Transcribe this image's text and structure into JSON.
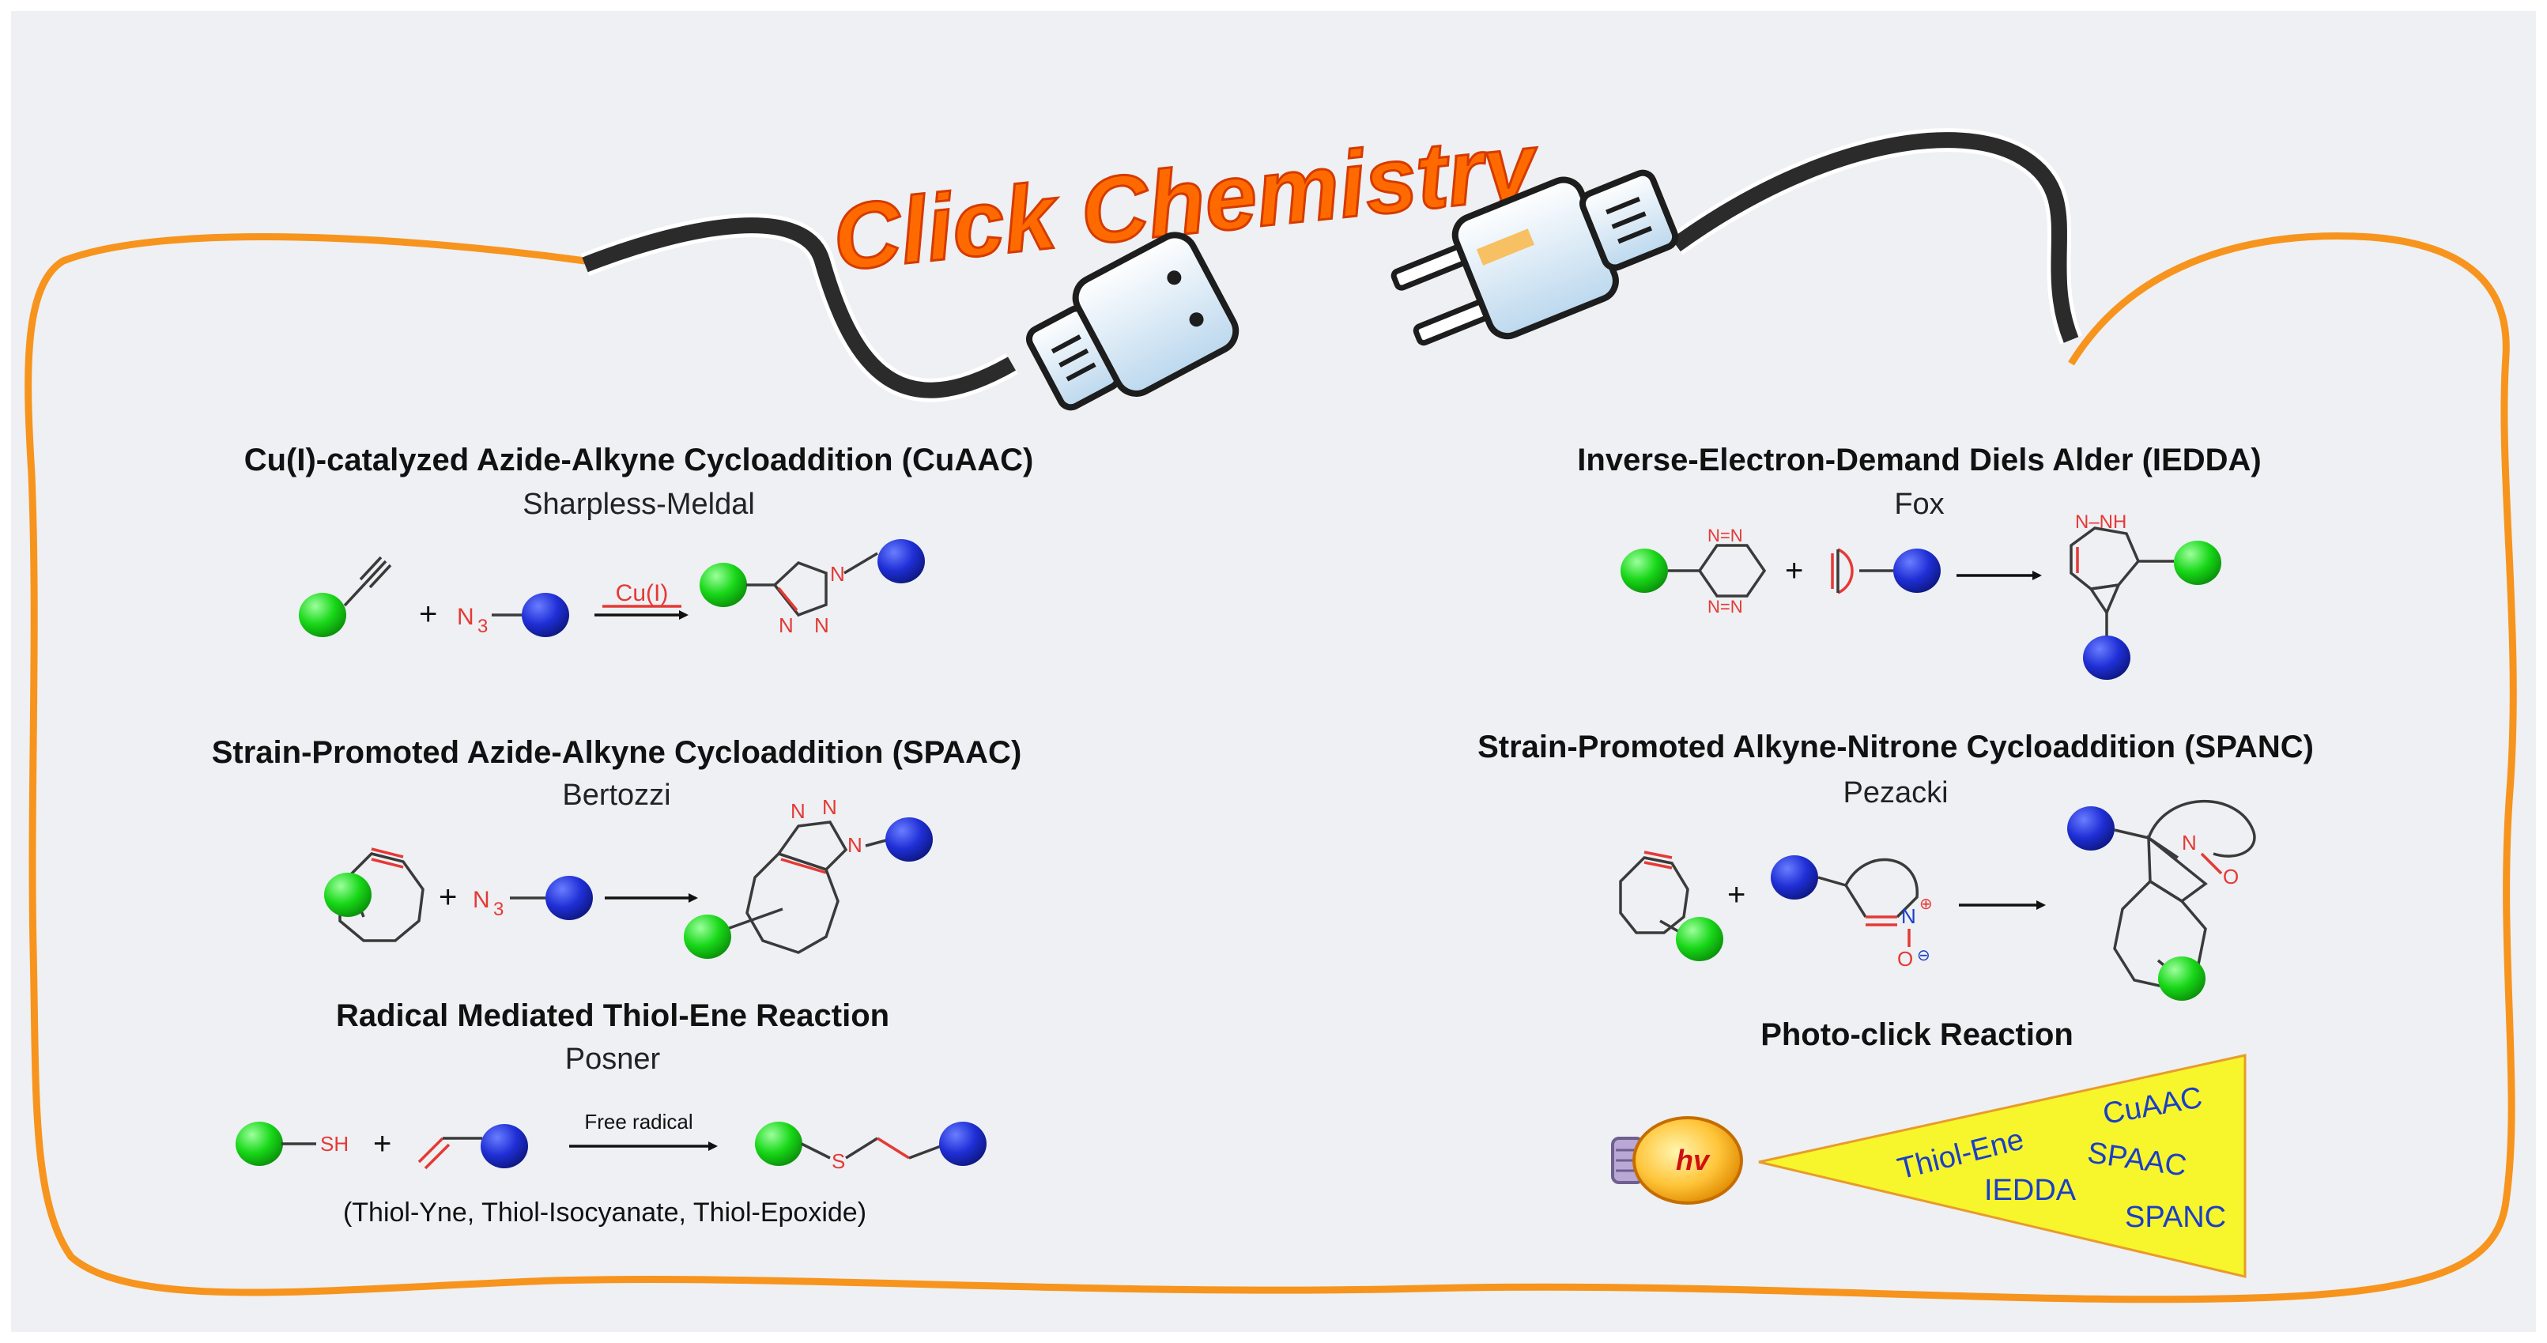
{
  "title": "Click Chemistry",
  "symbols": {
    "plus": "+"
  },
  "sections": {
    "cuaac": {
      "heading": "Cu(I)-catalyzed Azide-Alkyne Cycloaddition (CuAAC)",
      "author": "Sharpless-Meldal",
      "azide": "N",
      "azide_sub": "3",
      "catalyst": "Cu(I)"
    },
    "spaac": {
      "heading": "Strain-Promoted Azide-Alkyne Cycloaddition (SPAAC)",
      "author": "Bertozzi",
      "azide": "N",
      "azide_sub": "3"
    },
    "thiol_ene": {
      "heading": "Radical Mediated Thiol-Ene Reaction",
      "author": "Posner",
      "thiol": "SH",
      "condition": "Free radical",
      "note": "(Thiol-Yne, Thiol-Isocyanate, Thiol-Epoxide)"
    },
    "iedda": {
      "heading": "Inverse-Electron-Demand Diels Alder (IEDDA)",
      "author": "Fox"
    },
    "spanc": {
      "heading": "Strain-Promoted Alkyne-Nitrone Cycloaddition (SPANC)",
      "author": "Pezacki"
    },
    "photo_click": {
      "heading": "Photo-click Reaction",
      "symbol": "hv",
      "beam_labels": [
        "Thiol-Ene",
        "CuAAC",
        "SPAAC",
        "IEDDA",
        "SPANC"
      ]
    }
  },
  "colors": {
    "outline": "#f7941d",
    "title": "#ff6a00",
    "green_ball": "#18d718",
    "blue_ball": "#1f2fd6",
    "bond_highlight": "#e53935",
    "beam": "#f7f52c",
    "beam_text": "#1a3ec8"
  },
  "icons": [
    "light-bulb-icon",
    "plug-illustration",
    "socket-plug-illustration"
  ]
}
